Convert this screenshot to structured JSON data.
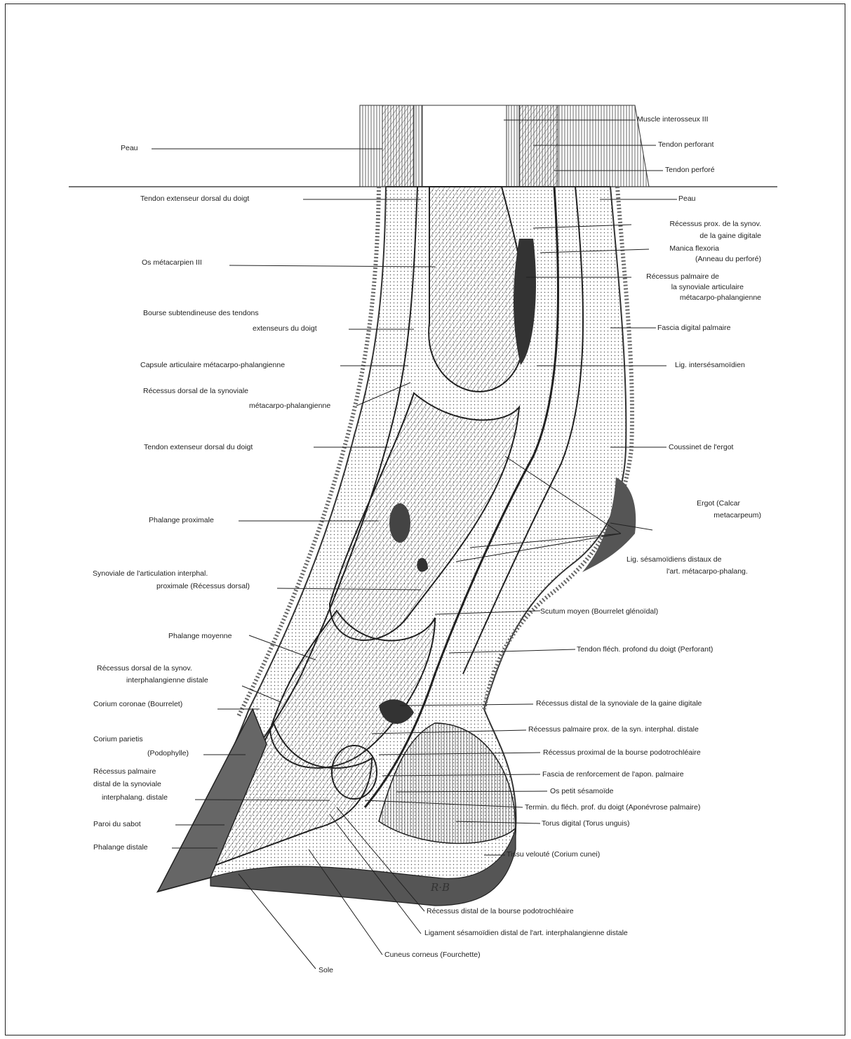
{
  "labels": {
    "peau_left": "Peau",
    "muscle_interosseux": "Muscle interosseux III",
    "tendon_perforant": "Tendon perforant",
    "tendon_perfore": "Tendon perforé",
    "tendon_ext_1": "Tendon extenseur dorsal du doigt",
    "peau_right": "Peau",
    "recessus_prox_1": "Récessus prox. de la synov.",
    "recessus_prox_2": "de la gaine digitale",
    "manica_1": "Manica flexoria",
    "manica_2": "(Anneau du perforé)",
    "rec_palm_1": "Récessus palmaire de",
    "rec_palm_2": "la synoviale articulaire",
    "rec_palm_3": "métacarpo-phalangienne",
    "os_metacarpien": "Os métacarpien III",
    "bourse_1": "Bourse subtendineuse des tendons",
    "bourse_2": "extenseurs du doigt",
    "fascia_digital": "Fascia digital palmaire",
    "capsule": "Capsule articulaire métacarpo-phalangienne",
    "lig_intersesamoidien": "Lig. intersésamoïdien",
    "rec_dorsal_1": "Récessus dorsal de la synoviale",
    "rec_dorsal_2": "métacarpo-phalangienne",
    "tendon_ext_2": "Tendon extenseur dorsal du doigt",
    "coussinet": "Coussinet de l'ergot",
    "ergot_1": "Ergot (Calcar",
    "ergot_2": "metacarpeum)",
    "phalange_proximale": "Phalange proximale",
    "lig_sesam_1": "Lig. sésamoïdiens distaux de",
    "lig_sesam_2": "l'art. métacarpo-phalang.",
    "synoviale_1": "Synoviale de l'articulation interphal.",
    "synoviale_2": "proximale (Récessus dorsal)",
    "scutum": "Scutum moyen (Bourrelet glénoïdal)",
    "phalange_moyenne": "Phalange moyenne",
    "tendon_flech": "Tendon fléch. profond du doigt (Perforant)",
    "rec_dorsal_synov_1": "Récessus dorsal de la synov.",
    "rec_dorsal_synov_2": "interphalangienne distale",
    "corium_coronae": "Corium coronae (Bourrelet)",
    "rec_distal_gaine": "Récessus distal de la synoviale de la gaine digitale",
    "corium_parietis_1": "Corium parietis",
    "corium_parietis_2": "(Podophylle)",
    "rec_palm_prox": "Récessus palmaire prox. de la syn. interphal. distale",
    "rec_prox_bourse": "Récessus proximal de la bourse podotrochléaire",
    "rec_palm_distal_1": "Récessus palmaire",
    "rec_palm_distal_2": "distal de la synoviale",
    "rec_palm_distal_3": "interphalang. distale",
    "fascia_renforcement": "Fascia de renforcement de l'apon. palmaire",
    "os_petit": "Os petit sésamoïde",
    "termin": "Termin. du fléch. prof. du doigt (Aponévrose palmaire)",
    "paroi": "Paroi du sabot",
    "torus": "Torus digital (Torus unguis)",
    "phalange_distale": "Phalange distale",
    "tissu_veloute": "Tissu velouté (Corium cunei)",
    "signature": "R·B",
    "rec_distal_bourse": "Récessus distal de la bourse podotrochléaire",
    "ligament_sesam_distal": "Ligament sésamoïdien distal de l'art. interphalangienne distale",
    "cuneus": "Cuneus corneus (Fourchette)",
    "sole": "Sole"
  }
}
